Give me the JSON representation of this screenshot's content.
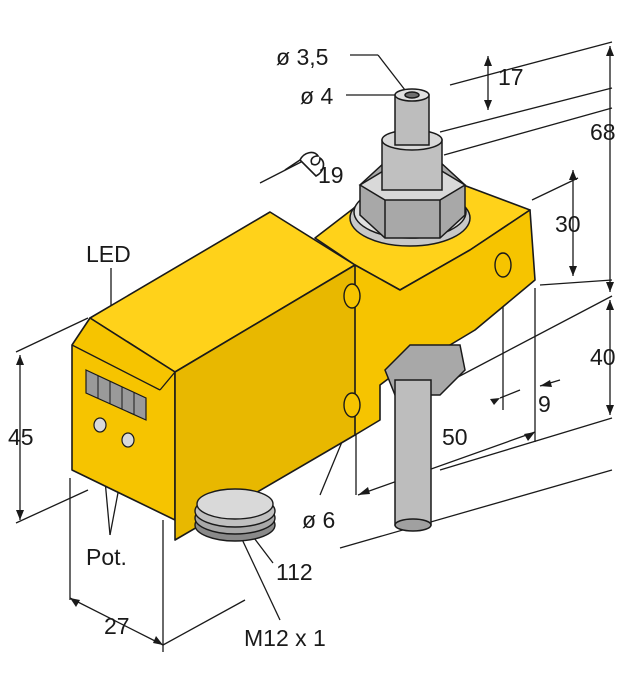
{
  "labels": {
    "dia_35": "ø 3,5",
    "dia_4": "ø 4",
    "dim_17": "17",
    "dim_68": "68",
    "wrench_19": "19",
    "dim_30": "30",
    "led": "LED",
    "dim_40": "40",
    "dim_45": "45",
    "dim_9": "9",
    "dim_50": "50",
    "dia_6": "ø 6",
    "pot": "Pot.",
    "dim_112": "112",
    "dim_27": "27",
    "thread": "M12 x 1"
  },
  "colors": {
    "housing_front": "#f6c400",
    "housing_top": "#ffd21a",
    "housing_side": "#e0ae00",
    "metal_light": "#d9d9d9",
    "metal_mid": "#a8a8a8",
    "metal_dark": "#6e6e6e",
    "outline": "#1a1a1a",
    "led_panel": "#9a9a9a"
  }
}
